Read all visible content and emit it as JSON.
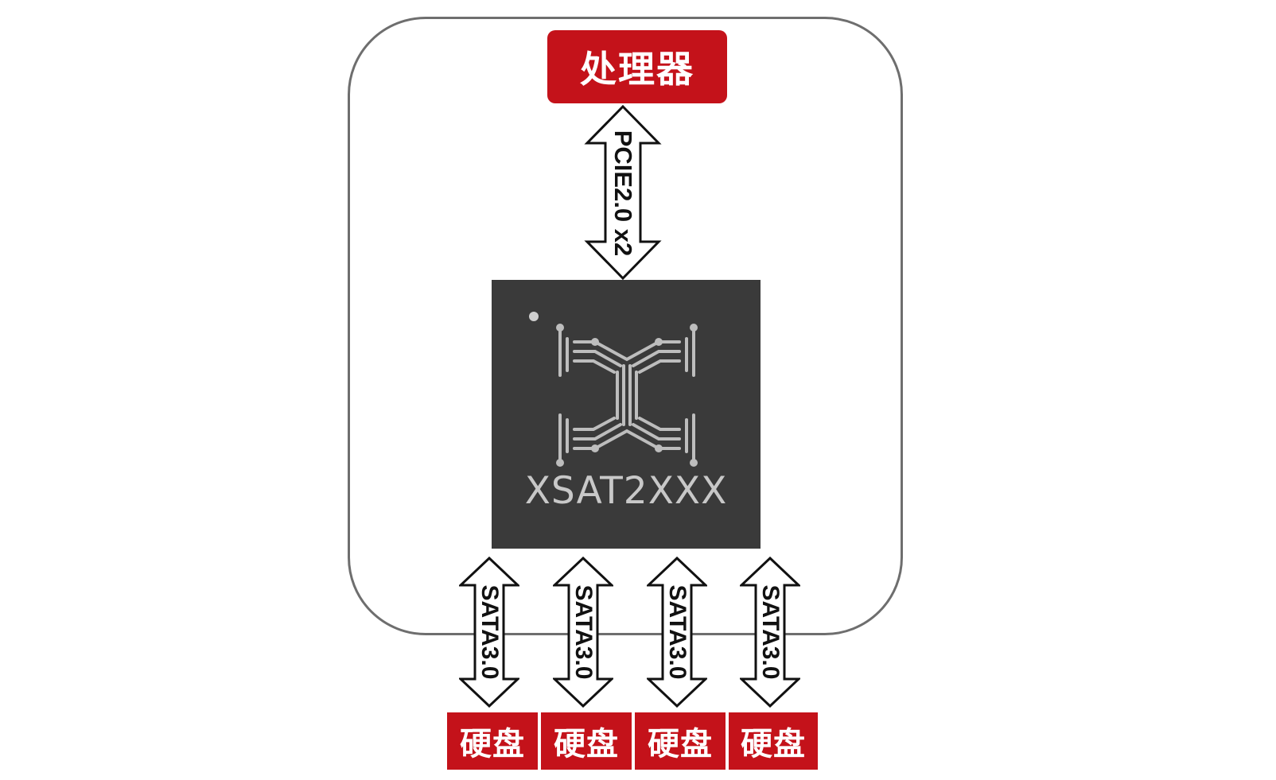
{
  "processor": {
    "label": "处理器"
  },
  "links": {
    "upstream": "PCIE2.0 x2",
    "downstream": [
      "SATA3.0",
      "SATA3.0",
      "SATA3.0",
      "SATA3.0"
    ]
  },
  "chip": {
    "label": "XSAT2XXX",
    "logo_icon": "circuit-x-logo-icon"
  },
  "disks": [
    "硬盘",
    "硬盘",
    "硬盘",
    "硬盘"
  ],
  "colors": {
    "accent_red": "#c4121a",
    "chip_body": "#3a3a3a",
    "board_border": "#6e6e6e"
  }
}
